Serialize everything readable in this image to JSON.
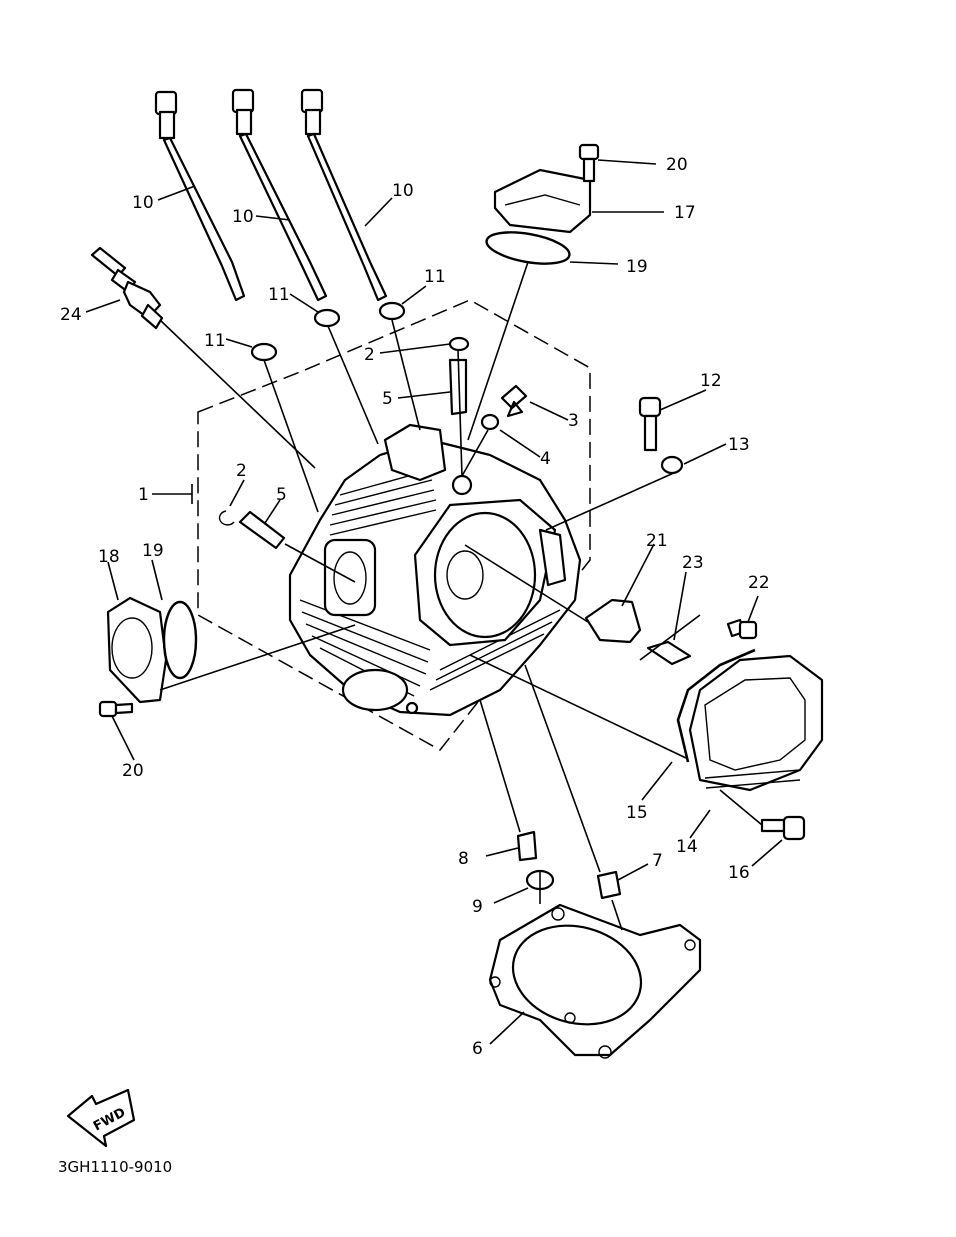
{
  "labels": {
    "p1": "1",
    "p2a": "2",
    "p2b": "2",
    "p3": "3",
    "p4": "4",
    "p5a": "5",
    "p5b": "5",
    "p6": "6",
    "p7": "7",
    "p8": "8",
    "p9": "9",
    "p10a": "10",
    "p10b": "10",
    "p10c": "10",
    "p11a": "11",
    "p11b": "11",
    "p11c": "11",
    "p12": "12",
    "p13": "13",
    "p14": "14",
    "p15": "15",
    "p16": "16",
    "p17": "17",
    "p18": "18",
    "p19a": "19",
    "p19b": "19",
    "p20a": "20",
    "p20b": "20",
    "p21": "21",
    "p22": "22",
    "p23": "23",
    "p24": "24"
  },
  "fwd_label": "FWD",
  "diagram_code": "3GH1110-9010"
}
